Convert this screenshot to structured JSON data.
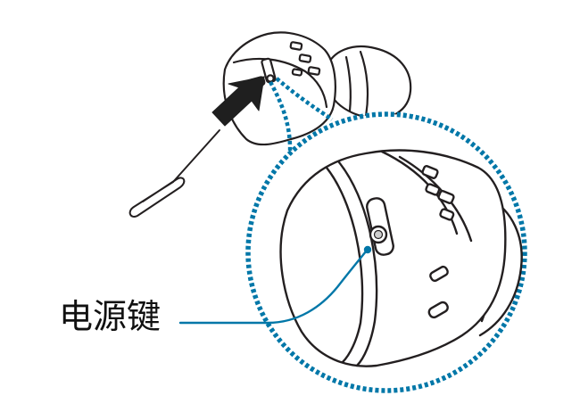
{
  "callout": {
    "label": "电源键"
  },
  "colors": {
    "outline": "#231f20",
    "accent": "#0077a8",
    "arrow": "#1f1f1f",
    "background": "#ffffff"
  },
  "icons": {
    "earbud": "earbud-illustration",
    "pin": "sim-eject-pin",
    "arrow": "insertion-arrow",
    "hole": "power-key-hole"
  }
}
